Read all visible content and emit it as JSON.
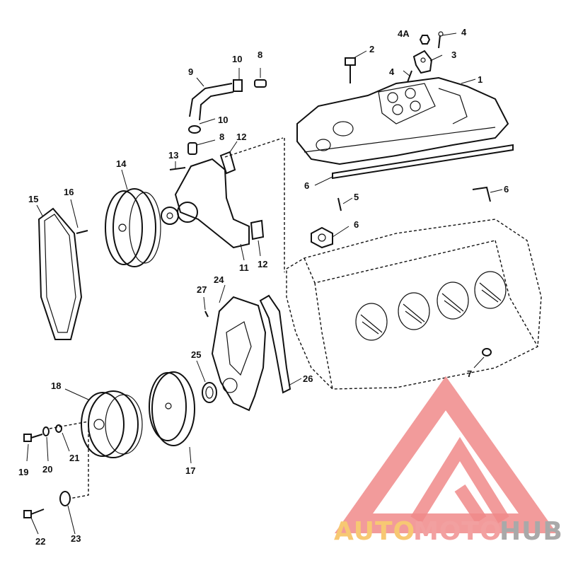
{
  "labels": {
    "l1": "1",
    "l2": "2",
    "l3": "3",
    "l4a": "4",
    "l4b": "4",
    "l4A": "4A",
    "l5": "5",
    "l6a": "6",
    "l6b": "6",
    "l6c": "6",
    "l7": "7",
    "l8a": "8",
    "l8b": "8",
    "l9": "9",
    "l10a": "10",
    "l10b": "10",
    "l11": "11",
    "l12a": "12",
    "l12b": "12",
    "l13": "13",
    "l14": "14",
    "l15": "15",
    "l16": "16",
    "l17": "17",
    "l18": "18",
    "l19": "19",
    "l20": "20",
    "l21": "21",
    "l22": "22",
    "l23": "23",
    "l24": "24",
    "l25": "25",
    "l26": "26",
    "l27": "27"
  },
  "watermark": {
    "auto": "AUTO",
    "moto": "MOTO",
    "hub": "HUB",
    "colors": {
      "auto": "#f7c873",
      "moto": "#f2a0a0",
      "hub": "#a9a9a9",
      "logo": "#f08a8a"
    }
  }
}
